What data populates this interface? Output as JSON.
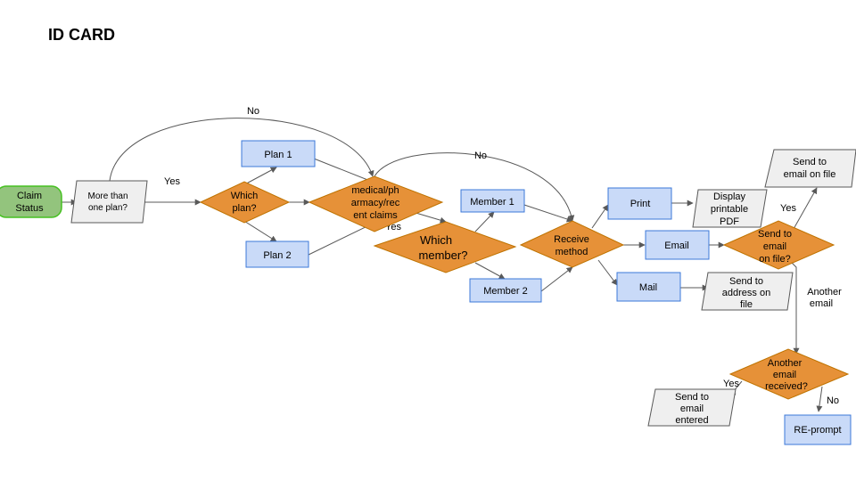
{
  "title": "ID CARD",
  "nodes": {
    "claim_status": [
      "Claim",
      "Status"
    ],
    "more_than_one_plan": [
      "More than",
      "one plan?"
    ],
    "which_plan": [
      "Which",
      "plan?"
    ],
    "plan1": [
      "Plan 1"
    ],
    "plan2": [
      "Plan 2"
    ],
    "medical": [
      "medical/ph",
      "armacy/rec",
      "ent claims"
    ],
    "which_member": [
      "Which",
      "member?"
    ],
    "member1": [
      "Member 1"
    ],
    "member2": [
      "Member 2"
    ],
    "receive_method": [
      "Receive",
      "method"
    ],
    "print": [
      "Print"
    ],
    "email": [
      "Email"
    ],
    "mail": [
      "Mail"
    ],
    "display_pdf": [
      "Display",
      "printable",
      "PDF"
    ],
    "send_to_email_on_file_top": [
      "Send to",
      "email on file"
    ],
    "send_to_email_q": [
      "Send to",
      "email",
      "on file?"
    ],
    "send_to_address": [
      "Send to",
      "address on",
      "file"
    ],
    "another_email_received": [
      "Another",
      "email",
      "received?"
    ],
    "send_to_email_entered": [
      "Send to",
      "email",
      "entered"
    ],
    "re_prompt": [
      "RE-prompt"
    ]
  },
  "edge_labels": {
    "yes_plan": "Yes",
    "no_plan": "No",
    "yes_medical": "Yes",
    "no_medical": "No",
    "yes_send_email": "Yes",
    "another_email": [
      "Another",
      "email"
    ],
    "yes_received": "Yes",
    "no_received": "No"
  }
}
